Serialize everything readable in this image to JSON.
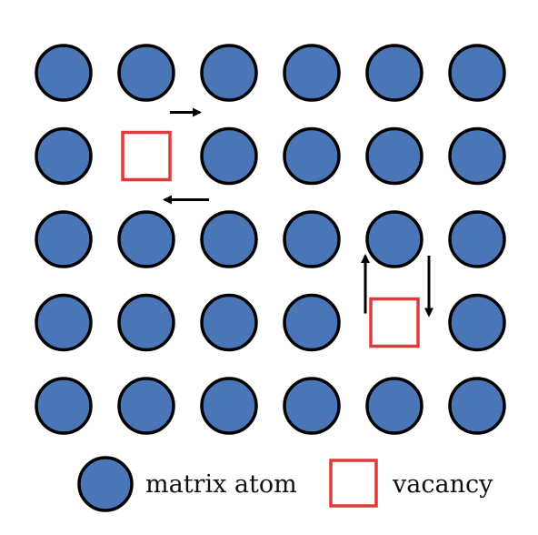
{
  "diagram": {
    "rows": 5,
    "cols": 6,
    "vacancies": [
      {
        "row": 1,
        "col": 1
      },
      {
        "row": 3,
        "col": 4
      }
    ],
    "hops": [
      {
        "direction": "horizontal",
        "between": [
          {
            "row": 1,
            "col": 1
          },
          {
            "row": 1,
            "col": 2
          }
        ]
      },
      {
        "direction": "vertical",
        "between": [
          {
            "row": 2,
            "col": 4
          },
          {
            "row": 3,
            "col": 4
          }
        ]
      }
    ],
    "colors": {
      "atom_fill": "#4a76b8",
      "atom_stroke": "#000000",
      "vacancy_stroke": "#e03a3a",
      "arrow": "#000000"
    }
  },
  "legend": {
    "atom_label": "matrix atom",
    "vacancy_label": "vacancy"
  }
}
